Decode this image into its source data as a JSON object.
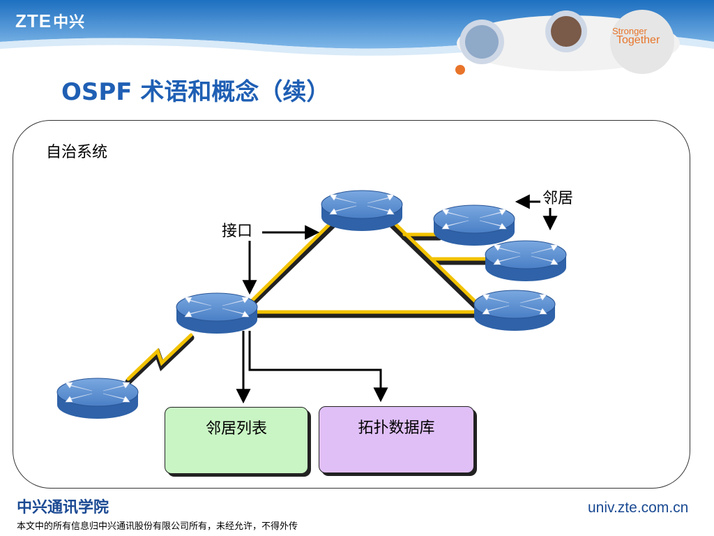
{
  "brand": {
    "logo_latin": "ZTE",
    "logo_cn": "中兴",
    "slogan_line1": "Stronger",
    "slogan_line2": "Together"
  },
  "slide": {
    "title": "OSPF 术语和概念（续）"
  },
  "diagram": {
    "area_label": "自治系统",
    "interface_label": "接口",
    "neighbor_label": "邻居",
    "neighbor_table_label": "邻居列表",
    "topology_db_label": "拓扑数据库"
  },
  "colors": {
    "link": "#f2c200",
    "router_top": "#5b8fd1",
    "router_side": "#2f62a8",
    "title": "#1f5fb4"
  },
  "footer": {
    "school": "中兴通讯学院",
    "copyright": "本文中的所有信息归中兴通讯股份有限公司所有，未经允许，不得外传",
    "url": "univ.zte.com.cn"
  }
}
